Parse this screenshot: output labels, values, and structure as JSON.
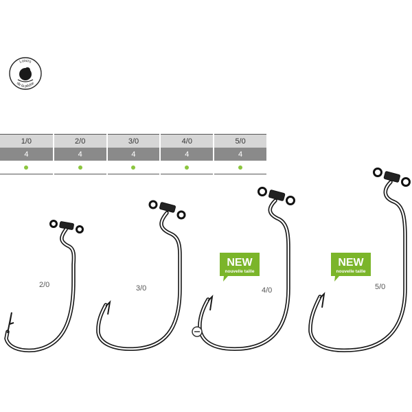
{
  "logo": {
    "text_top": "Loisirs",
    "text_bottom": "de la pêche"
  },
  "size_table": {
    "sizes": [
      "1/0",
      "2/0",
      "3/0",
      "4/0",
      "5/0"
    ],
    "counts": [
      "4",
      "4",
      "4",
      "4",
      "4"
    ],
    "accent_color": "#8cc63f"
  },
  "hooks": [
    {
      "label": "2/0",
      "new": false
    },
    {
      "label": "3/0",
      "new": false
    },
    {
      "label": "4/0",
      "new": true
    },
    {
      "label": "5/0",
      "new": true
    }
  ],
  "badge": {
    "title": "NEW",
    "subtitle": "nouvelle taille",
    "color": "#7bb52a"
  }
}
